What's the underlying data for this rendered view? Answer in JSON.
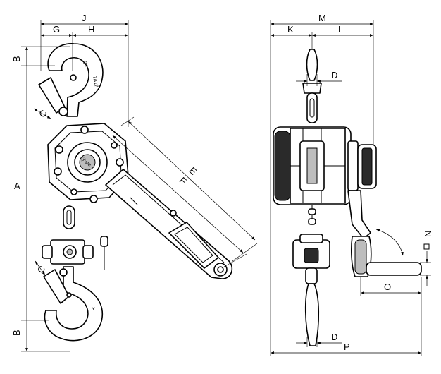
{
  "dimensions": {
    "J": "J",
    "G": "G",
    "H": "H",
    "B_top": "B",
    "C_top": "C",
    "A": "A",
    "E": "E",
    "F": "F",
    "C_bottom": "C",
    "B_bottom": "B",
    "M": "M",
    "K": "K",
    "L": "L",
    "D_top": "D",
    "N": "N",
    "O": "O",
    "D_bottom": "D",
    "P": "P"
  },
  "markings": {
    "hook_top_size": "3 t",
    "hook_top_code": "7A17",
    "body_brand": "ⓨale"
  }
}
